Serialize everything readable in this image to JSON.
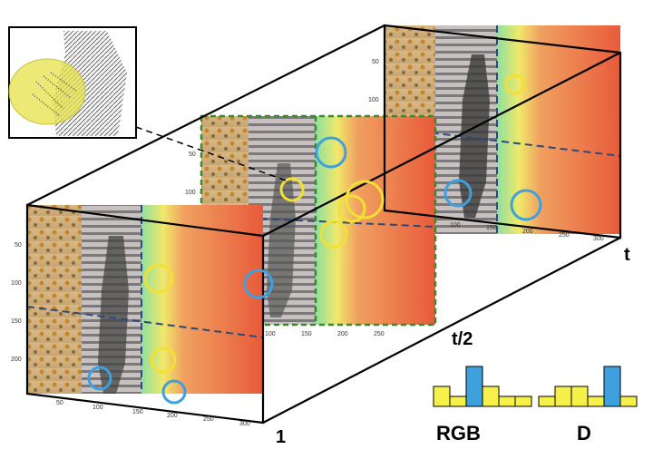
{
  "time_labels": {
    "start": "1",
    "mid": "t/2",
    "end": "t"
  },
  "axis_ticks": {
    "x": [
      "50",
      "100",
      "150",
      "200",
      "250",
      "300"
    ],
    "y": [
      "50",
      "100",
      "150",
      "200"
    ]
  },
  "histograms": {
    "rgb": {
      "label": "RGB",
      "values": [
        2,
        1,
        4,
        2,
        1,
        1
      ],
      "highlight_index": 2
    },
    "depth": {
      "label": "D",
      "values": [
        1,
        2,
        2,
        1,
        4,
        1
      ],
      "highlight_index": 4
    }
  },
  "colors": {
    "frame_border": "#000000",
    "mid_frame_border": "#3a8a2a",
    "split_line": "#2b4a7a",
    "marker_yellow": "#f2e034",
    "marker_blue": "#3ea0dc",
    "hist_yellow": "#f5f04a",
    "hist_blue": "#3ea0dc"
  }
}
